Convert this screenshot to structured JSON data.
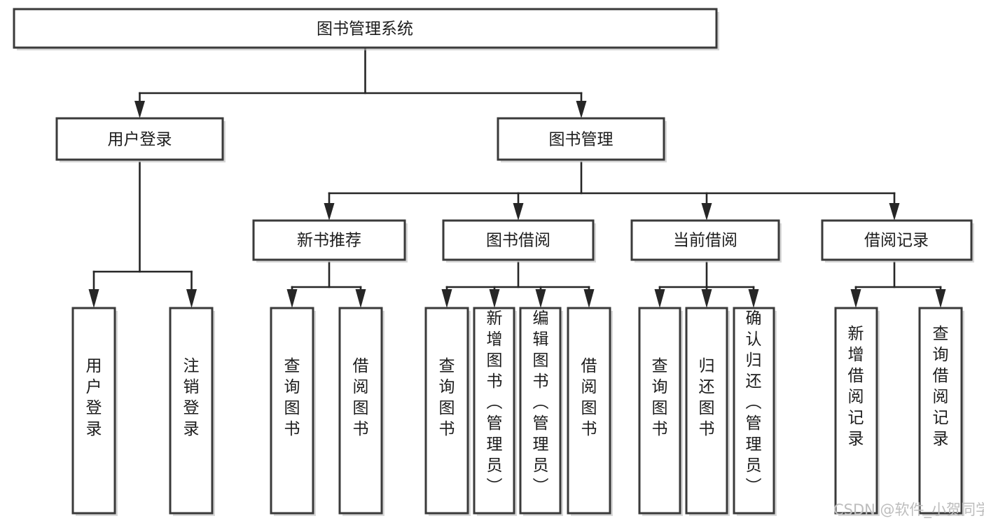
{
  "diagram": {
    "type": "tree-hierarchy-chart",
    "title": "图书管理系统",
    "background_color": "#ffffff",
    "box_fill_color": "#ffffff",
    "box_border_color": "#3a3a3a",
    "connector_color": "#262626",
    "text_color": "#1c1c1c",
    "levels": [
      {
        "level": 1,
        "nodes": [
          {
            "id": "root",
            "label": "图书管理系统",
            "orientation": "horizontal"
          }
        ]
      },
      {
        "level": 2,
        "nodes": [
          {
            "id": "login",
            "label": "用户登录",
            "orientation": "horizontal",
            "parent": "root"
          },
          {
            "id": "bookmgmt",
            "label": "图书管理",
            "orientation": "horizontal",
            "parent": "root"
          }
        ]
      },
      {
        "level": 3,
        "nodes": [
          {
            "id": "newbook",
            "label": "新书推荐",
            "orientation": "horizontal",
            "parent": "bookmgmt"
          },
          {
            "id": "borrow",
            "label": "图书借阅",
            "orientation": "horizontal",
            "parent": "bookmgmt"
          },
          {
            "id": "current",
            "label": "当前借阅",
            "orientation": "horizontal",
            "parent": "bookmgmt"
          },
          {
            "id": "records",
            "label": "借阅记录",
            "orientation": "horizontal",
            "parent": "bookmgmt"
          }
        ]
      },
      {
        "level": 4,
        "nodes": [
          {
            "id": "leaf-1",
            "label": "用户登录",
            "orientation": "vertical",
            "parent": "login"
          },
          {
            "id": "leaf-2",
            "label": "注销登录",
            "orientation": "vertical",
            "parent": "login"
          },
          {
            "id": "leaf-3",
            "label": "查询图书",
            "orientation": "vertical",
            "parent": "newbook"
          },
          {
            "id": "leaf-4",
            "label": "借阅图书",
            "orientation": "vertical",
            "parent": "newbook"
          },
          {
            "id": "leaf-5",
            "label": "查询图书",
            "orientation": "vertical",
            "parent": "borrow"
          },
          {
            "id": "leaf-6",
            "label": "新增图书（管理员）",
            "orientation": "vertical",
            "parent": "borrow"
          },
          {
            "id": "leaf-7",
            "label": "编辑图书（管理员）",
            "orientation": "vertical",
            "parent": "borrow"
          },
          {
            "id": "leaf-8",
            "label": "借阅图书",
            "orientation": "vertical",
            "parent": "borrow"
          },
          {
            "id": "leaf-9",
            "label": "查询图书",
            "orientation": "vertical",
            "parent": "current"
          },
          {
            "id": "leaf-10",
            "label": "归还图书",
            "orientation": "vertical",
            "parent": "current"
          },
          {
            "id": "leaf-11",
            "label": "确认归还（管理员）",
            "orientation": "vertical",
            "parent": "current"
          },
          {
            "id": "leaf-12",
            "label": "新增借阅记录",
            "orientation": "vertical",
            "parent": "records"
          },
          {
            "id": "leaf-13",
            "label": "查询借阅记录",
            "orientation": "vertical",
            "parent": "records"
          }
        ]
      }
    ]
  },
  "watermark": {
    "text": "CSDN @软件_小贺同学",
    "color": "#bdbdbd"
  }
}
